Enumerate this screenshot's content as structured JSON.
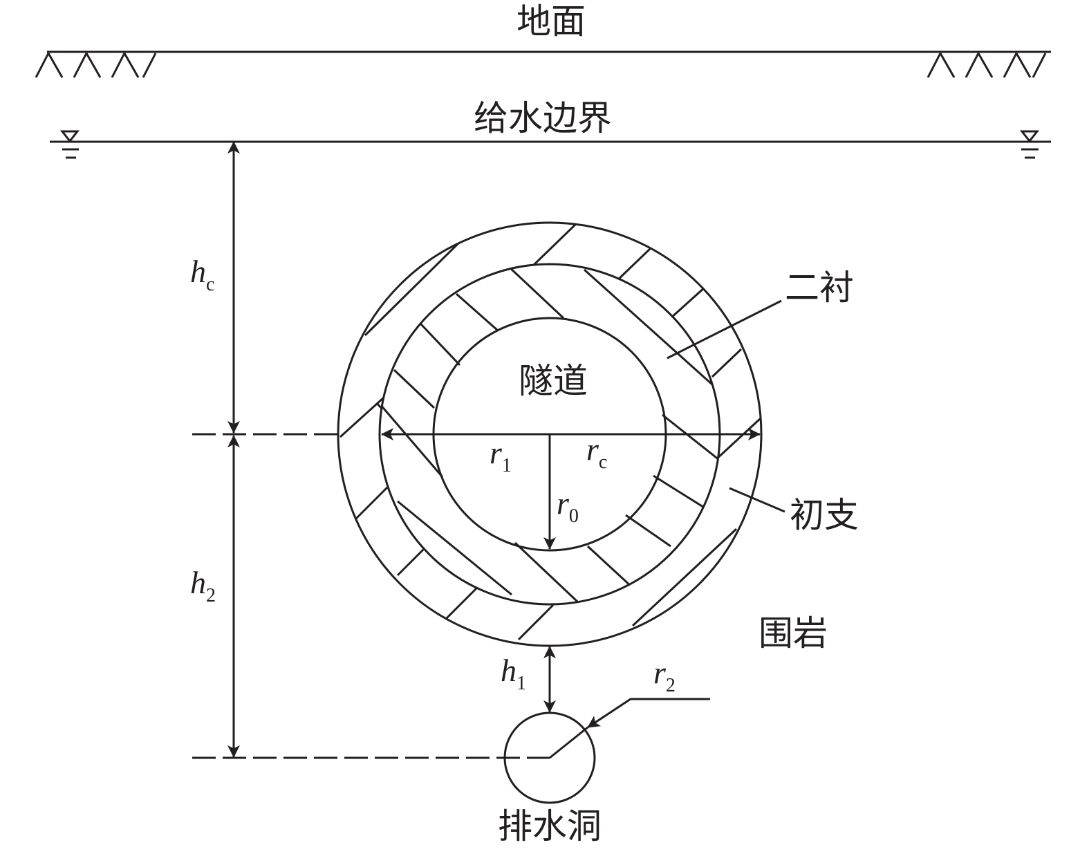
{
  "labels": {
    "ground": "地面",
    "water_boundary": "给水边界",
    "secondary_lining": "二衬",
    "tunnel": "隧道",
    "primary_support": "初支",
    "surrounding_rock": "围岩",
    "drainage_tunnel": "排水洞"
  },
  "dimensions": {
    "hc": {
      "symbol": "h",
      "subscript": "c"
    },
    "h2": {
      "symbol": "h",
      "subscript": "2"
    },
    "h1": {
      "symbol": "h",
      "subscript": "1"
    },
    "r1": {
      "symbol": "r",
      "subscript": "1"
    },
    "rc": {
      "symbol": "r",
      "subscript": "c"
    },
    "r0": {
      "symbol": "r",
      "subscript": "0"
    },
    "r2": {
      "symbol": "r",
      "subscript": "2"
    }
  },
  "colors": {
    "ink": "#231f20",
    "background": "#ffffff"
  }
}
